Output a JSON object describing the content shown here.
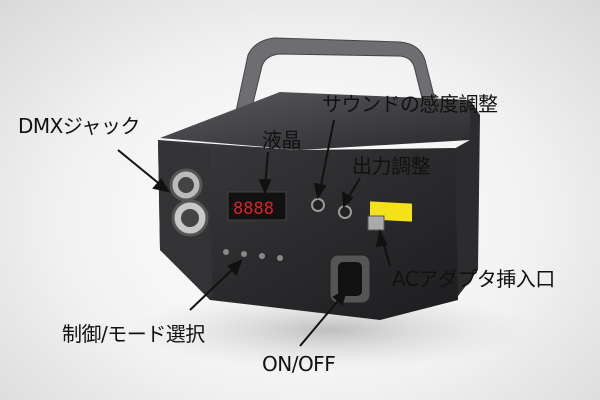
{
  "labels": {
    "dmx": "DMXジャック",
    "lcd": "液晶",
    "sound": "サウンドの感度調整",
    "output": "出力調整",
    "ac": "ACアダプタ挿入口",
    "control": "制御/モード選択",
    "power": "ON/OFF"
  },
  "display": {
    "digits": "8888"
  },
  "colors": {
    "body": "#2a2a2c",
    "panel": "#1b1b1d",
    "display": "#e02020",
    "warning_sticker": "#f3e21a"
  }
}
